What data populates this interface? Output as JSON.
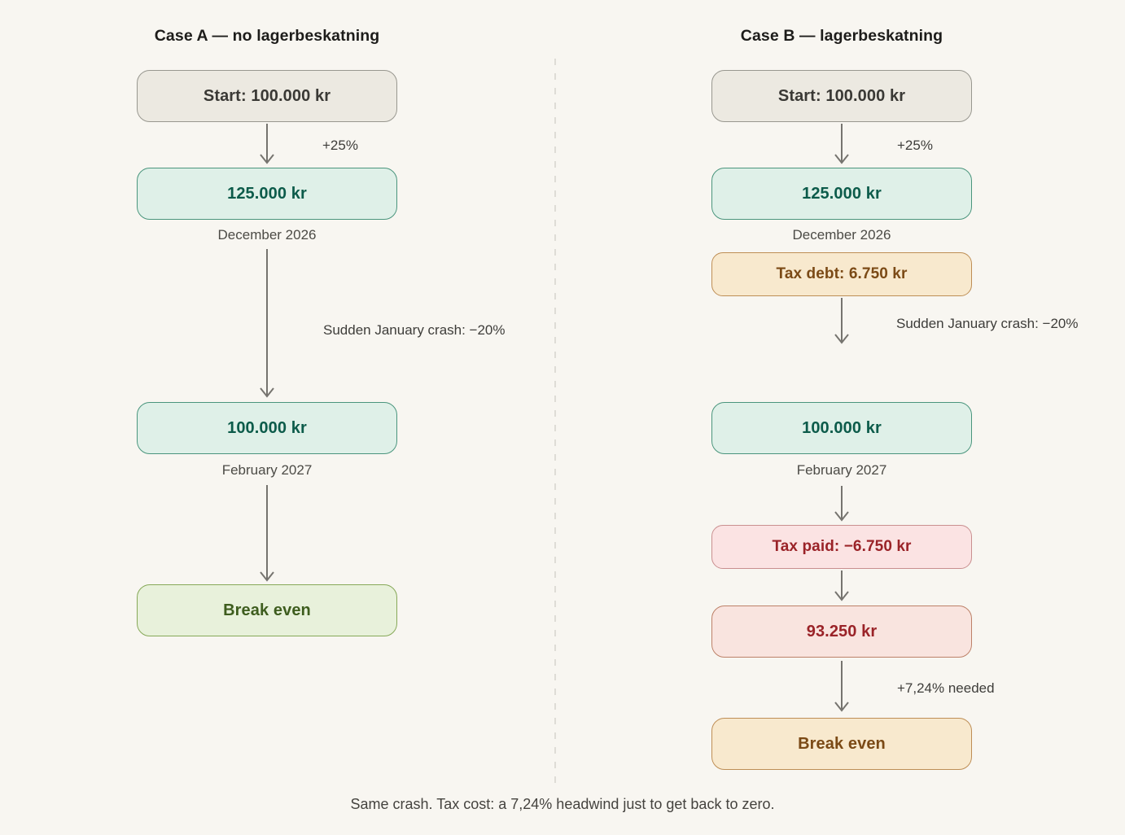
{
  "diagram": {
    "case_a": {
      "title": "Case A — no lagerbeskatning",
      "start": "Start: 100.000 kr",
      "gain_label": "+25%",
      "value_after_gain": "125.000 kr",
      "date_1": "December 2026",
      "crash_label": "Sudden January crash: −20%",
      "value_after_crash": "100.000 kr",
      "date_2": "February 2027",
      "outcome": "Break even"
    },
    "case_b": {
      "title": "Case B — lagerbeskatning",
      "start": "Start: 100.000 kr",
      "gain_label": "+25%",
      "value_after_gain": "125.000 kr",
      "date_1": "December 2026",
      "tax_debt": "Tax debt: 6.750 kr",
      "crash_label": "Sudden January crash: −20%",
      "value_after_crash": "100.000 kr",
      "date_2": "February 2027",
      "tax_paid": "Tax paid: −6.750 kr",
      "value_after_tax": "93.250 kr",
      "needed_label": "+7,24% needed",
      "outcome": "Break even"
    },
    "caption": "Same crash. Tax cost: a 7,24% headwind just to get back to zero.",
    "colors": {
      "background": "#f8f6f1",
      "neutral_fill": "#ece9e1",
      "neutral_border": "#98978f",
      "neutral_text": "#3a3935",
      "mint_fill": "#dff0e8",
      "mint_border": "#4a957d",
      "mint_text": "#0c5b4a",
      "green_fill": "#e8f1db",
      "green_border": "#86a858",
      "green_text": "#3e5d1e",
      "amber_fill": "#f8e9ce",
      "amber_border": "#be8e55",
      "amber_text": "#7b4a16",
      "pink_fill": "#fbe3e3",
      "pink_border": "#c98f8f",
      "pink_text": "#9a2328",
      "rose_fill": "#f9e4df",
      "rose_border": "#bd8168",
      "rose_text": "#9a2328",
      "arrow": "#76746f",
      "divider": "#dedcd6",
      "edge_label_text": "#3e3d3a",
      "date_label_text": "#4c4b46"
    }
  }
}
